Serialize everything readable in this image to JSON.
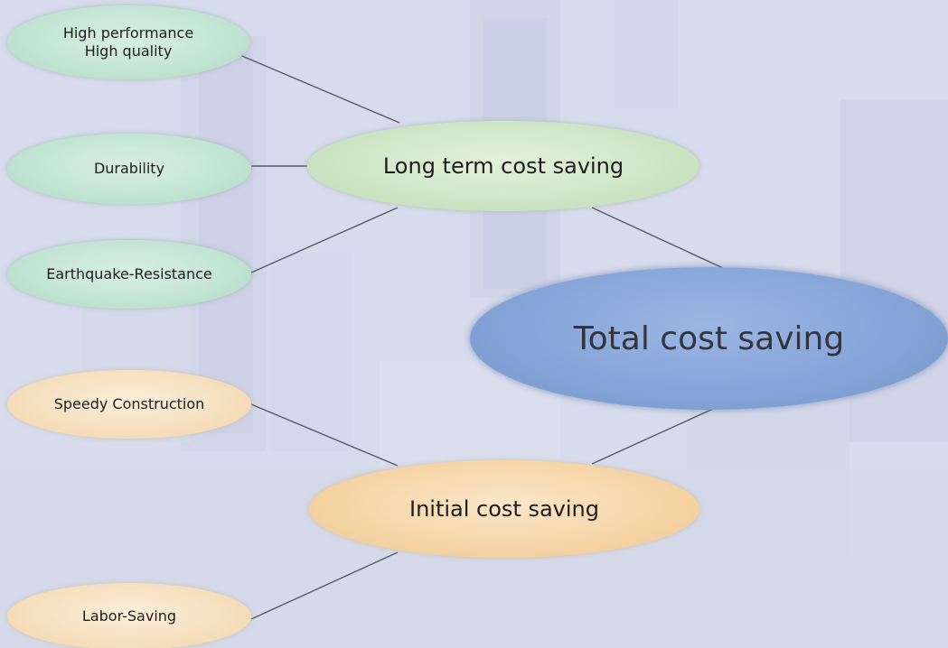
{
  "diagram": {
    "center": {
      "label": "Total cost saving",
      "color": "#86a5d8"
    },
    "long_term": {
      "label": "Long term cost saving",
      "color": "#cfe6c6",
      "factors": [
        "High performance\nHigh quality",
        "Durability",
        "Earthquake-Resistance"
      ]
    },
    "initial": {
      "label": "Initial cost saving",
      "color": "#f5d6a8",
      "factors": [
        "Speedy Construction",
        "Labor-Saving"
      ]
    }
  }
}
